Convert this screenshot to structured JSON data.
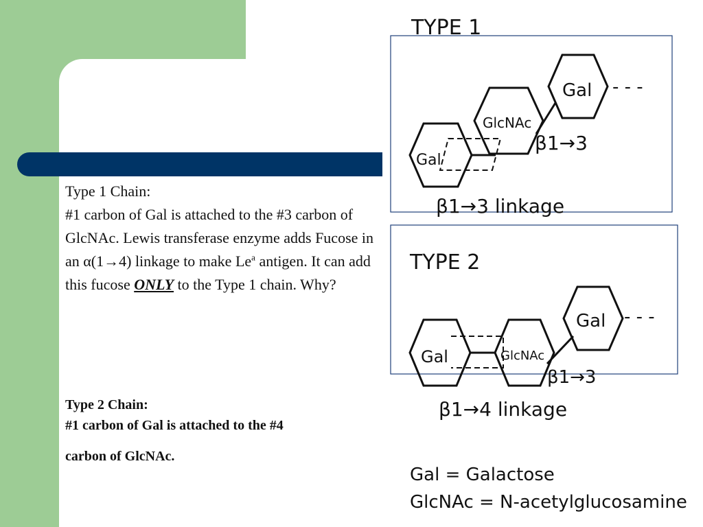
{
  "slide": {
    "type1_heading": "Type 1 Chain:",
    "type1_line1": "#1 carbon of Gal is attached  to the #3 carbon of GlcNAc. Lewis transferase enzyme adds Fucose in an α(1→4) linkage to make Le",
    "type1_sup": "a",
    "type1_line2": " antigen. It can add this fucose ",
    "type1_emphasis": "ONLY",
    "type1_line3": " to the Type 1 chain. Why?",
    "type2_heading": "Type 2 Chain:",
    "type2_line1": "#1 carbon of Gal is attached to the #4",
    "type2_line2": "carbon of GlcNAc."
  },
  "diagram": {
    "type1": {
      "title": "TYPE 1",
      "gal_left": "Gal",
      "glcnac": "GlcNAc",
      "gal_right": "Gal",
      "bond_label": "β1→3",
      "linkage_label": "β1→3 linkage",
      "tail": "- - -"
    },
    "type2": {
      "title": "TYPE 2",
      "gal_left": "Gal",
      "glcnac": "GlcNAc",
      "gal_right": "Gal",
      "bond_label": "β1→3",
      "linkage_label": "β1→4 linkage",
      "tail": "- - -"
    },
    "legend": {
      "gal": "Gal = Galactose",
      "glcnac": "GlcNAc = N-acetylglucosamine"
    },
    "border_color": "#1f3f7a"
  }
}
